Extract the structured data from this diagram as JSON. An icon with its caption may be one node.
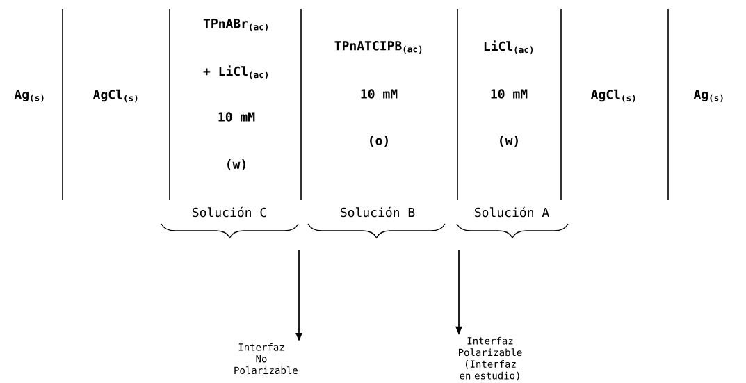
{
  "diagram": {
    "nodes": [
      {
        "text": [
          "Interfaz No Polarizable"
        ]
      },
      {
        "text": [
          "Interfaz Polarizable (Interfaz en estudio)"
        ]
      }
    ],
    "edges": [
      {
        "from": null,
        "to": 0,
        "arrow": "to"
      },
      {
        "from": null,
        "to": 1,
        "arrow": "to"
      }
    ],
    "labels": [
      "Ag$_{(s)}$",
      "AgCl$_{(s)}$",
      "TPnABr$_{(ac)}$",
      "+ LiCl$_{(ac)}$",
      "10 mM",
      "(w)",
      "TPnATCIPB$_{(ac)}$",
      "10 mM",
      "(o)",
      "LiCl$_{(ac)}$",
      "10 mM",
      "(w)",
      "AgCl$_{(s)}$",
      "Ag$_{(s)}$",
      "Solución C",
      "Solución B",
      "Solución A"
    ]
  }
}
